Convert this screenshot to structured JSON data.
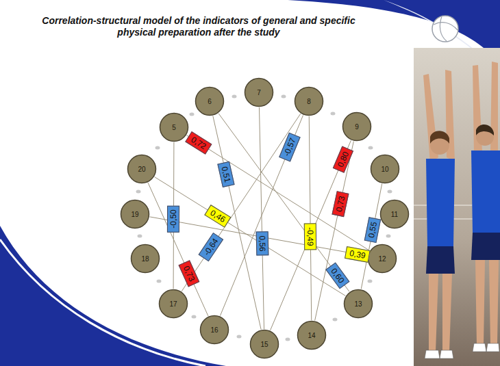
{
  "diagram": {
    "title": "Correlation-structural model of the indicators of general and specific physical preparation after the study",
    "nodes": [
      {
        "text": [
          "5"
        ]
      },
      {
        "text": [
          "6"
        ]
      },
      {
        "text": [
          "7"
        ]
      },
      {
        "text": [
          "8"
        ]
      },
      {
        "text": [
          "9"
        ]
      },
      {
        "text": [
          "10"
        ]
      },
      {
        "text": [
          "11"
        ]
      },
      {
        "text": [
          "12"
        ]
      },
      {
        "text": [
          "13"
        ]
      },
      {
        "text": [
          "14"
        ]
      },
      {
        "text": [
          "15"
        ]
      },
      {
        "text": [
          "16"
        ]
      },
      {
        "text": [
          "17"
        ]
      },
      {
        "text": [
          "18"
        ]
      },
      {
        "text": [
          "19"
        ]
      },
      {
        "text": [
          "20"
        ]
      }
    ],
    "edges": [
      {
        "from": 0,
        "to": 7,
        "arrow": "none",
        "label": "0,72"
      },
      {
        "from": 1,
        "to": 10,
        "arrow": "none",
        "label": "0,51"
      },
      {
        "from": 15,
        "to": 8,
        "arrow": "none",
        "label": "0,46"
      },
      {
        "from": 3,
        "to": 11,
        "arrow": "none",
        "label": "-0,57"
      },
      {
        "from": 4,
        "to": 10,
        "arrow": "none",
        "label": "0,80"
      },
      {
        "from": 4,
        "to": 9,
        "arrow": "none",
        "label": "0,73"
      },
      {
        "from": 5,
        "to": 8,
        "arrow": "none",
        "label": "0,55"
      },
      {
        "from": 0,
        "to": 12,
        "arrow": "none",
        "label": "-0,50"
      },
      {
        "from": 3,
        "to": 12,
        "arrow": "none",
        "label": "-0,64"
      },
      {
        "from": 11,
        "to": 15,
        "arrow": "none",
        "label": "0,73"
      },
      {
        "from": 2,
        "to": 10,
        "arrow": "none",
        "label": "0,56"
      },
      {
        "from": 3,
        "to": 9,
        "arrow": "none",
        "label": "-0,49"
      },
      {
        "from": 14,
        "to": 7,
        "arrow": "none",
        "label": "0,39"
      },
      {
        "from": 1,
        "to": 8,
        "arrow": "none",
        "label": "0,60"
      }
    ]
  }
}
